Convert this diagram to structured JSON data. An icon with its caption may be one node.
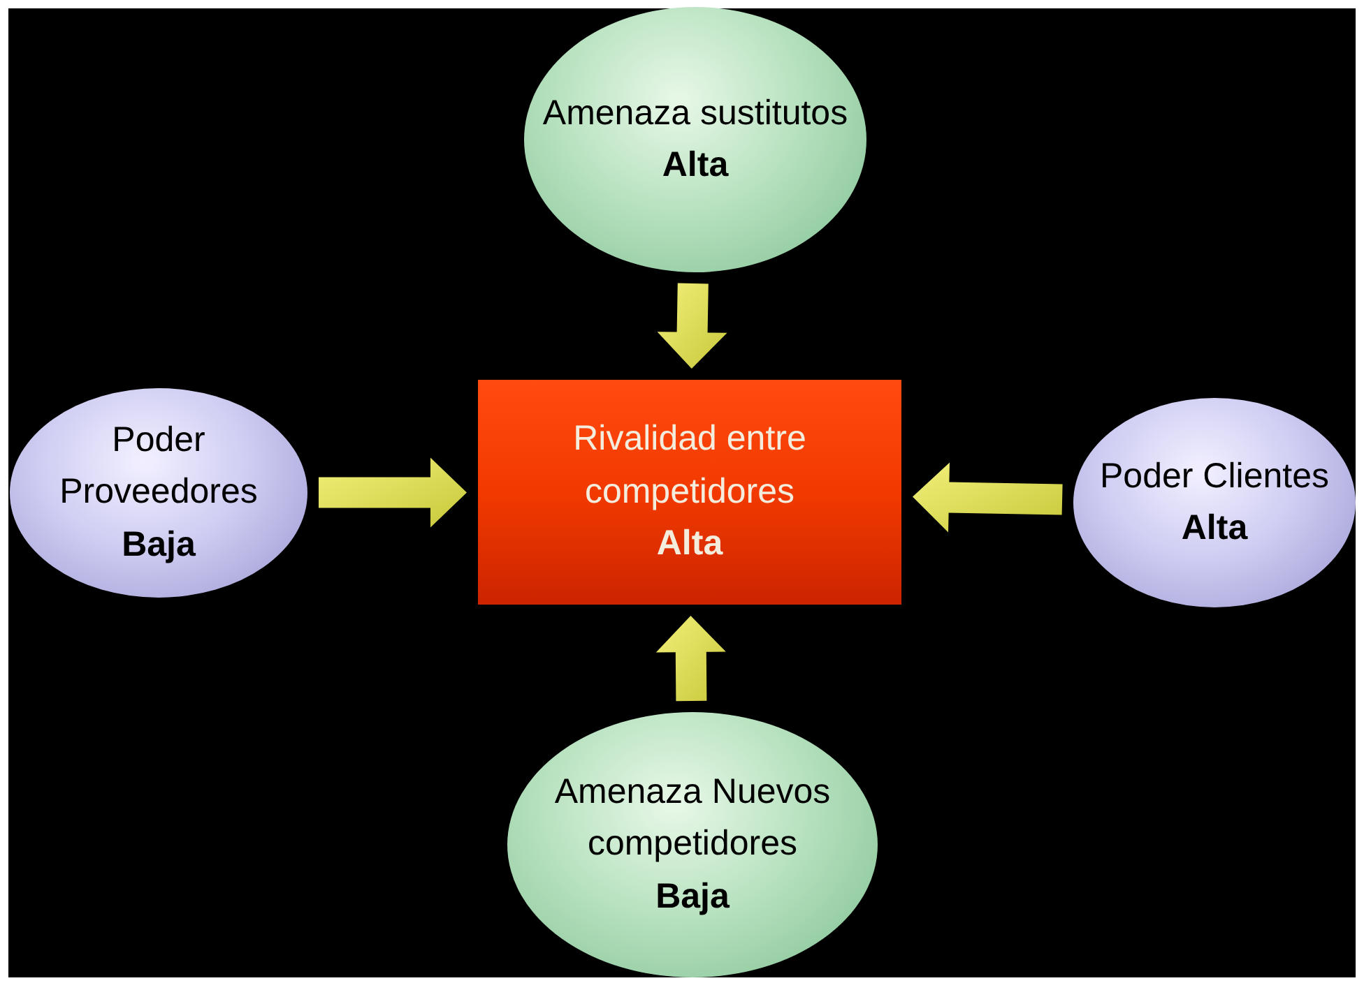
{
  "diagram": {
    "nodes": [
      {
        "text": [
          "Rivalidad entre competidores",
          "Alta"
        ]
      },
      {
        "text": [
          "Amenaza sustitutos",
          "Alta"
        ]
      },
      {
        "text": [
          "Poder Proveedores",
          "Baja"
        ]
      },
      {
        "text": [
          "Poder Clientes",
          "Alta"
        ]
      },
      {
        "text": [
          "Amenaza Nuevos competidores",
          "Baja"
        ]
      }
    ],
    "edges": [
      {
        "from": 1,
        "to": 0,
        "arrow": "to"
      },
      {
        "from": 2,
        "to": 0,
        "arrow": "to"
      },
      {
        "from": 3,
        "to": 0,
        "arrow": "to"
      },
      {
        "from": 4,
        "to": 0,
        "arrow": "to"
      }
    ]
  }
}
